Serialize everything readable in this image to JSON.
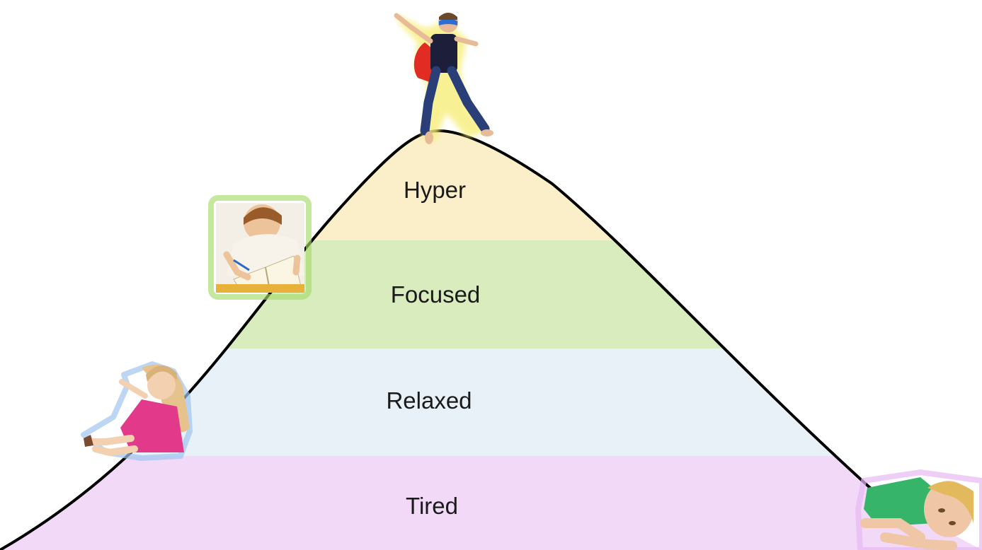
{
  "diagram": {
    "bands": [
      {
        "id": "hyper",
        "label": "Hyper",
        "color": "#fbefc9"
      },
      {
        "id": "focused",
        "label": "Focused",
        "color": "#d9ecbd"
      },
      {
        "id": "relaxed",
        "label": "Relaxed",
        "color": "#e8f0f8"
      },
      {
        "id": "tired",
        "label": "Tired",
        "color": "#f1d9f7"
      }
    ],
    "curve_color": "#000000",
    "figures": [
      {
        "id": "hyper-child",
        "glow": "#f7ee7a"
      },
      {
        "id": "focused-child",
        "glow": "#a6dc6a"
      },
      {
        "id": "relaxed-child",
        "glow": "#9fc5ee"
      },
      {
        "id": "tired-child",
        "glow": "#e7b9f2"
      }
    ]
  }
}
